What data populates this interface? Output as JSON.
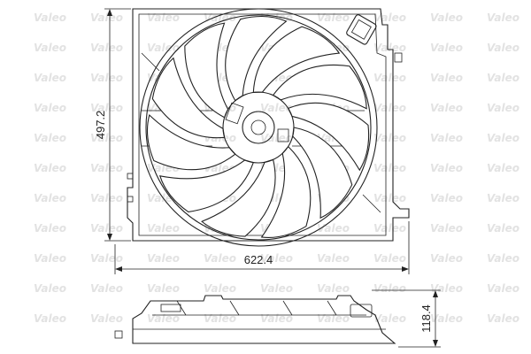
{
  "watermark": {
    "text": "Valeo",
    "color": "#cfcfcf"
  },
  "dimensions": {
    "height": "497.2",
    "width": "622.4",
    "depth": "118.4"
  },
  "drawing": {
    "line_color": "#222222",
    "background": "#ffffff",
    "blade_count": 11,
    "icon_front": "cooling-fan-front-view",
    "icon_side": "cooling-fan-side-view"
  }
}
